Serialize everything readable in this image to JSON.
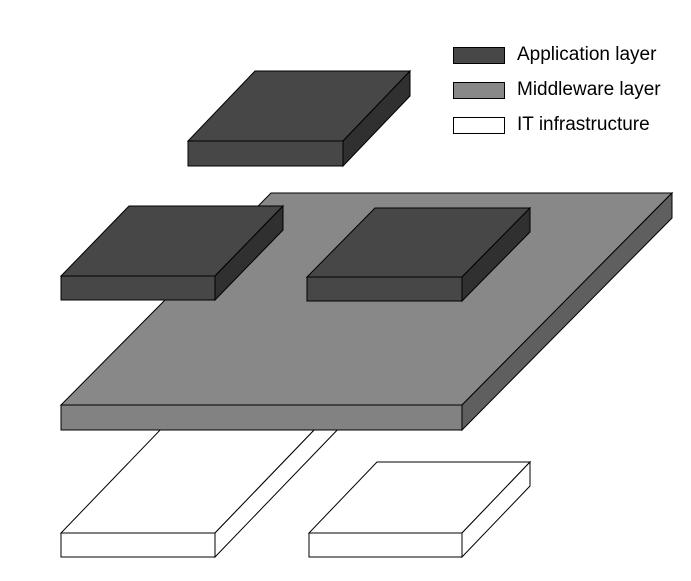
{
  "legend": {
    "items": [
      {
        "label": "Application layer",
        "color": "#474747"
      },
      {
        "label": "Middleware layer",
        "color": "#888888"
      },
      {
        "label": "IT infrastructure",
        "color": "#ffffff"
      }
    ]
  },
  "colors": {
    "application_top": "#474747",
    "application_front": "#474747",
    "application_side": "#303030",
    "middleware_top": "#888888",
    "middleware_front": "#828282",
    "middleware_side": "#5f5f5f",
    "infrastructure_fill": "#ffffff",
    "outline": "#000000"
  }
}
